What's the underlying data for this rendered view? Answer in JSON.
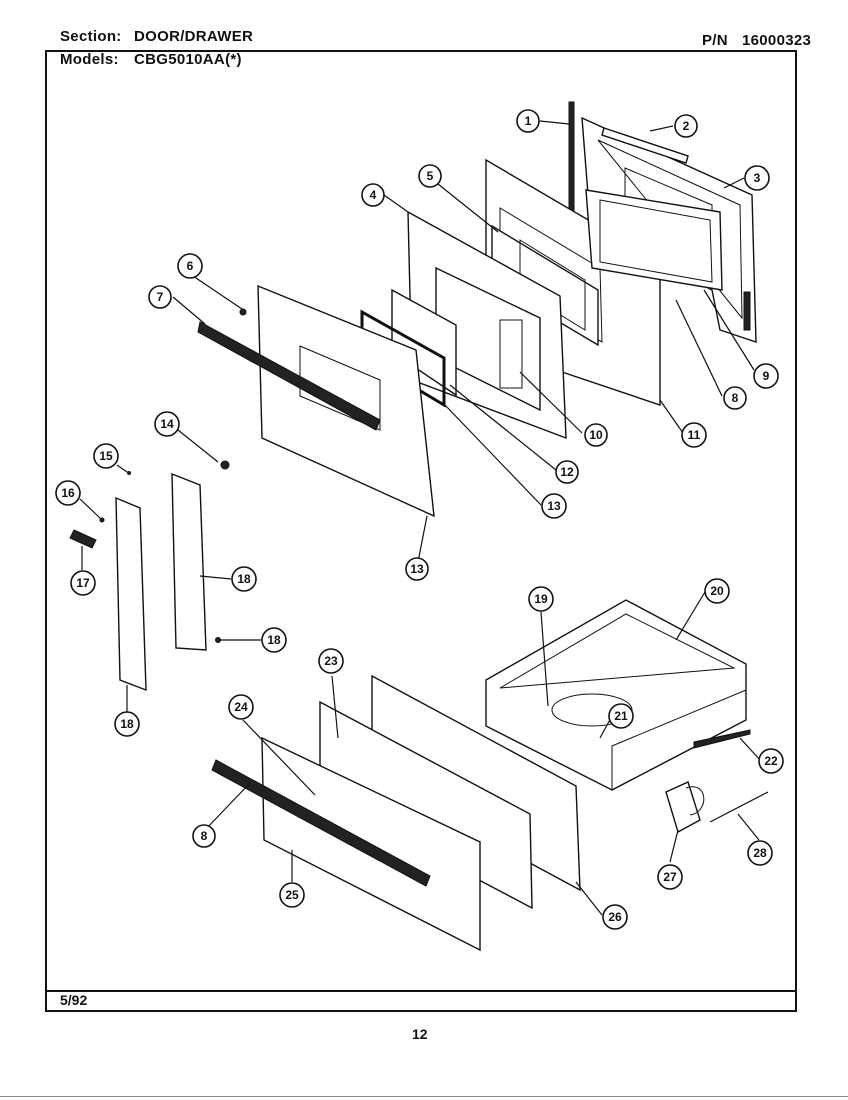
{
  "header": {
    "section_label": "Section:",
    "section_value": "DOOR/DRAWER",
    "models_label": "Models:",
    "models_value": "CBG5010AA(*)",
    "pn_label": "P/N",
    "pn_value": "16000323"
  },
  "footer": {
    "date": "5/92",
    "page_number": "12"
  },
  "callouts": [
    "1",
    "2",
    "3",
    "4",
    "5",
    "6",
    "7",
    "8",
    "9",
    "10",
    "11",
    "12",
    "13",
    "13",
    "14",
    "15",
    "16",
    "17",
    "18",
    "18",
    "18",
    "19",
    "20",
    "21",
    "22",
    "23",
    "24",
    "25",
    "26",
    "27",
    "28",
    "8"
  ]
}
